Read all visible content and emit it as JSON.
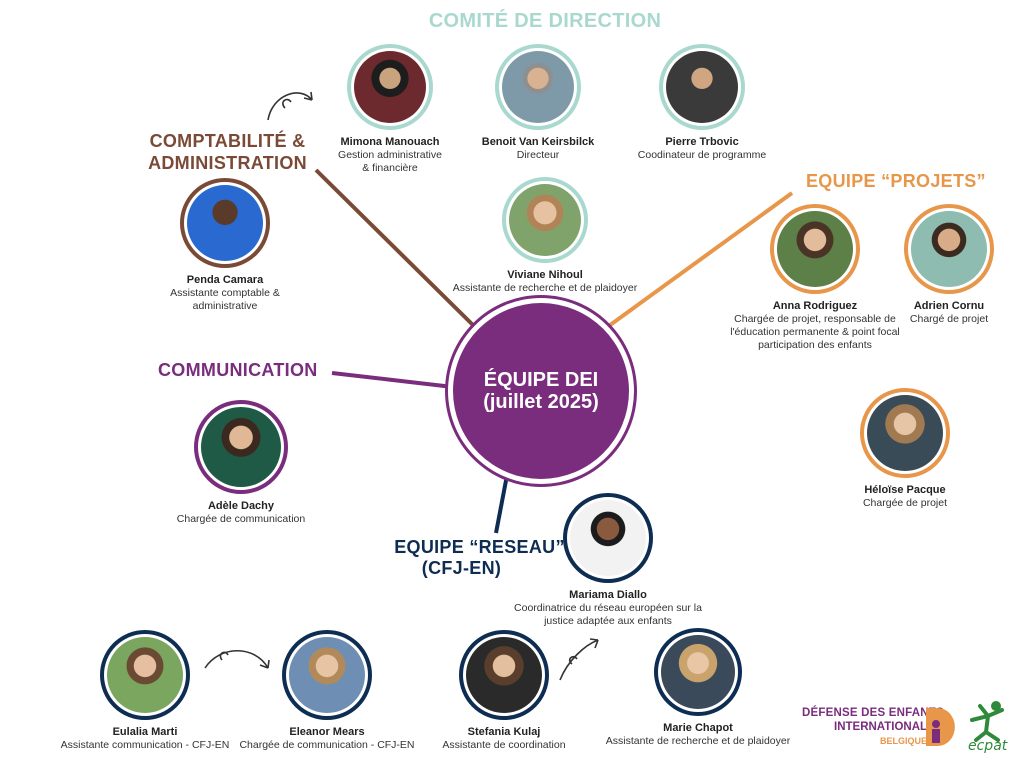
{
  "title": "COMITÉ DE DIRECTION",
  "center": {
    "line1": "ÉQUIPE DEI",
    "line2": "(juillet 2025)"
  },
  "colors": {
    "teal": "#a9d8cf",
    "brown": "#7a4a36",
    "orange": "#e8964a",
    "purple": "#7a2c7d",
    "navy": "#0e2d52"
  },
  "groups": {
    "comptabilite": {
      "line1": "COMPTABILITÉ &",
      "line2": "ADMINISTRATION"
    },
    "projets": {
      "label": "EQUIPE “PROJETS”"
    },
    "communication": {
      "label": "COMMUNICATION"
    },
    "reseau": {
      "line1": "EQUIPE “RESEAU”",
      "line2": "(CFJ-EN)"
    }
  },
  "members": {
    "mimona": {
      "name": "Mimona Manouach",
      "role1": "Gestion administrative",
      "role2": "& financière"
    },
    "benoit": {
      "name": "Benoit Van Keirsbilck",
      "role1": "Directeur"
    },
    "pierre": {
      "name": "Pierre Trbovic",
      "role1": "Coodinateur de programme"
    },
    "viviane": {
      "name": "Viviane Nihoul",
      "role1": "Assistante de recherche et de plaidoyer"
    },
    "penda": {
      "name": "Penda Camara",
      "role1": "Assistante comptable &",
      "role2": "administrative"
    },
    "anna": {
      "name": "Anna Rodriguez",
      "role1": "Chargée de projet, responsable de",
      "role2": "l'éducation permanente & point focal",
      "role3": "participation des enfants"
    },
    "adrien": {
      "name": "Adrien Cornu",
      "role1": "Chargé de projet"
    },
    "heloise": {
      "name": "Héloïse Pacque",
      "role1": "Chargée de projet"
    },
    "adele": {
      "name": "Adèle Dachy",
      "role1": "Chargée de communication"
    },
    "mariama": {
      "name": "Mariama Diallo",
      "role1": "Coordinatrice du réseau européen sur la",
      "role2": "justice adaptée aux enfants"
    },
    "eulalia": {
      "name": "Eulalia Marti",
      "role1": "Assistante communication - CFJ-EN"
    },
    "eleanor": {
      "name": "Eleanor Mears",
      "role1": "Chargée de communication - CFJ-EN"
    },
    "stefania": {
      "name": "Stefania Kulaj",
      "role1": "Assistante de coordination"
    },
    "marie": {
      "name": "Marie Chapot",
      "role1": "Assistante de recherche et de plaidoyer"
    }
  },
  "logos": {
    "dei": {
      "line1": "DÉFENSE DES ENFANTS",
      "line2": "INTERNATIONAL",
      "line3": "BELGIQUE"
    },
    "ecpat": {
      "text": "ecpat"
    }
  }
}
